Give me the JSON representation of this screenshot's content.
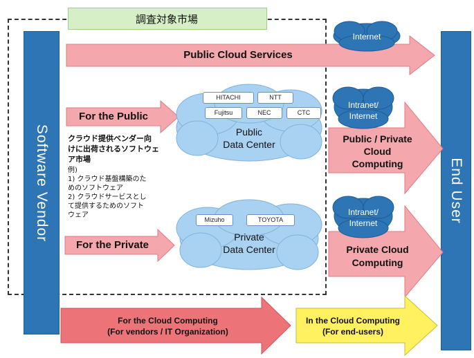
{
  "title": "調査対象市場",
  "software_vendor": "Software Vendor",
  "end_user": "End User",
  "arrows": {
    "public_cloud_services": "Public Cloud Services",
    "for_public": "For the Public",
    "for_private": "For the Private",
    "public_private_cloud": [
      "Public / Private",
      "Cloud",
      "Computing"
    ],
    "private_cloud": [
      "Private Cloud",
      "Computing"
    ],
    "for_cloud_computing": [
      "For the Cloud Computing",
      "(For vendors / IT Organization)"
    ],
    "in_cloud_computing": [
      "In the Cloud Computing",
      "(For end-users)"
    ]
  },
  "clouds": {
    "internet": "Internet",
    "intranet_internet_1": [
      "Intranet/",
      "Internet"
    ],
    "intranet_internet_2": [
      "Intranet/",
      "Internet"
    ],
    "public_dc": [
      "Public",
      "Data Center"
    ],
    "private_dc": [
      "Private",
      "Data Center"
    ]
  },
  "public_companies": [
    "HITACHI",
    "NTT",
    "Fujitsu",
    "NEC",
    "CTC"
  ],
  "private_companies": [
    "Mizuho",
    "TOYOTA"
  ],
  "description": {
    "heading_lines": [
      "クラウド提供ベンダー向",
      "けに出荷されるソフトウェ",
      "ア市場"
    ],
    "body_lines": [
      "例)",
      "1) クラウド基盤構築のた",
      "めのソフトウェア",
      "2) クラウドサービスとし",
      "て提供するためのソフト",
      "ウェア"
    ]
  },
  "colors": {
    "vendor_bar": "#2e75b6",
    "pink_arrow": "#f4a7ad",
    "red_arrow": "#ec7479",
    "yellow_arrow": "#fff160",
    "cloud_light": "#a9d2f2",
    "cloud_dark": "#2e75b6",
    "title_box": "#d6efc7"
  }
}
